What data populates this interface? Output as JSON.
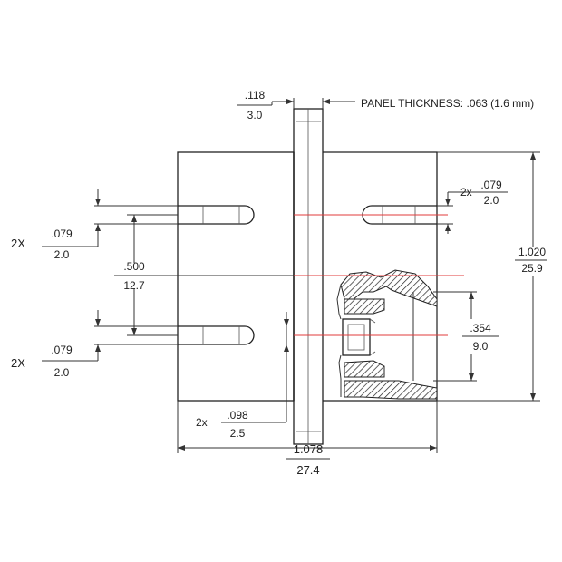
{
  "panel_thickness_note": "PANEL THICKNESS: .063 (1.6 mm)",
  "dim_flange_in": ".118",
  "dim_flange_mm": "3.0",
  "dim_right_hole_qty": "2x",
  "dim_right_hole_in": ".079",
  "dim_right_hole_mm": "2.0",
  "dim_top_hole_qty": "2X",
  "dim_top_hole_in": ".079",
  "dim_top_hole_mm": "2.0",
  "dim_spacing_in": ".500",
  "dim_spacing_mm": "12.7",
  "dim_bottom_hole_qty": "2X",
  "dim_bottom_hole_in": ".079",
  "dim_bottom_hole_mm": "2.0",
  "dim_pin_qty": "2x",
  "dim_pin_in": ".098",
  "dim_pin_mm": "2.5",
  "dim_length_in": "1.078",
  "dim_length_mm": "27.4",
  "dim_inner_in": ".354",
  "dim_inner_mm": "9.0",
  "dim_height_in": "1.020",
  "dim_height_mm": "25.9",
  "colors": {
    "line": "#333333",
    "centerline": "#e23b3b",
    "hatch": "#222222"
  }
}
